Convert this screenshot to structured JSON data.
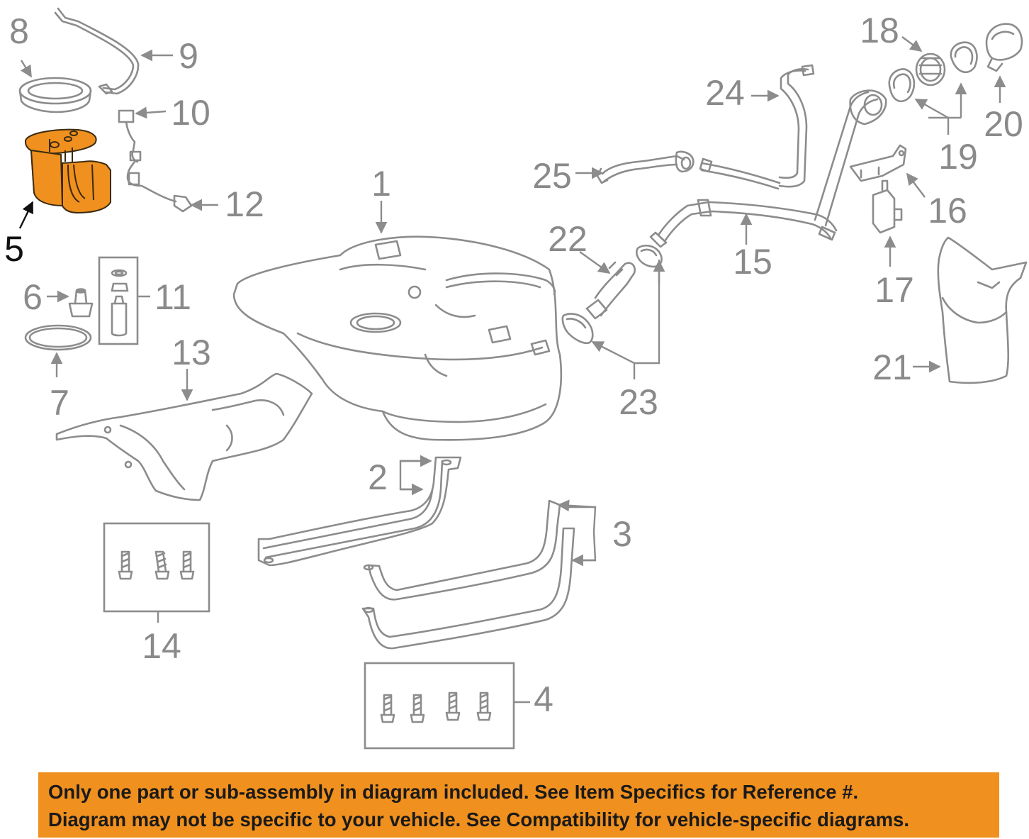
{
  "callouts": {
    "c1": "1",
    "c2": "2",
    "c3": "3",
    "c4": "4",
    "c5": "5",
    "c6": "6",
    "c7": "7",
    "c8": "8",
    "c9": "9",
    "c10": "10",
    "c11": "11",
    "c12": "12",
    "c13": "13",
    "c14": "14",
    "c15": "15",
    "c16": "16",
    "c17": "17",
    "c18": "18",
    "c19": "19",
    "c20": "20",
    "c21": "21",
    "c22": "22",
    "c23": "23",
    "c24": "24",
    "c25": "25"
  },
  "banner": {
    "line1": "Only one part or sub-assembly in diagram included. See Item Specifics for Reference #.",
    "line2": "Diagram may not be specific to your vehicle. See Compatibility for vehicle-specific diagrams."
  },
  "colors": {
    "highlight_part": "#f0901e",
    "banner_background": "#f0901e",
    "line_art": "#8c8c8c",
    "highlight_label": "#111111"
  }
}
